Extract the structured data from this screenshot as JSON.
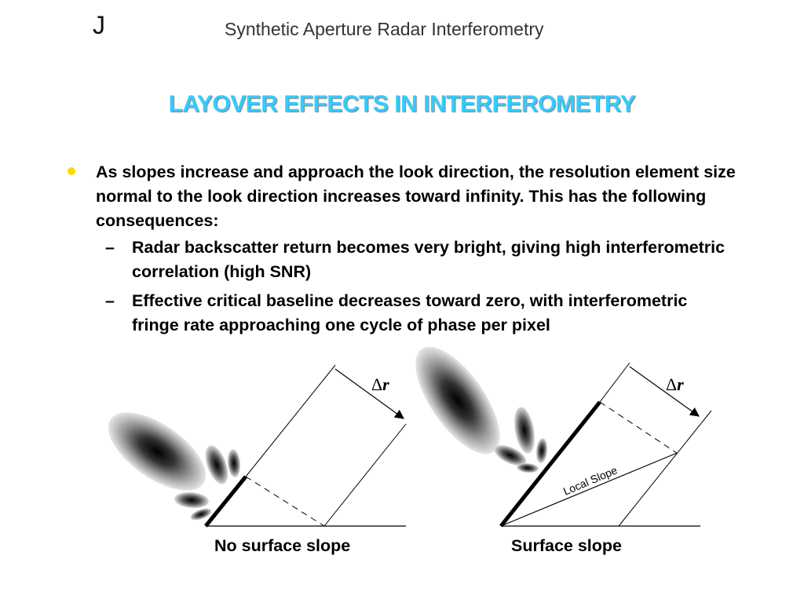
{
  "header": {
    "logo_text": "J",
    "title": "Synthetic Aperture Radar Interferometry"
  },
  "slide": {
    "title": "LAYOVER EFFECTS IN INTERFEROMETRY",
    "bullet": "As slopes increase and approach the look direction, the resolution element size normal to the look direction increases toward infinity. This has the following consequences:",
    "sub_bullets": [
      "Radar backscatter return becomes very bright, giving high interferometric correlation (high SNR)",
      "Effective critical baseline decreases toward zero, with interferometric fringe rate approaching one cycle of phase per pixel"
    ]
  },
  "diagram": {
    "delta_r_symbol": "Δ",
    "delta_r_var": "r",
    "local_slope_label": "Local Slope",
    "captions": [
      "No surface slope",
      "Surface slope"
    ]
  }
}
